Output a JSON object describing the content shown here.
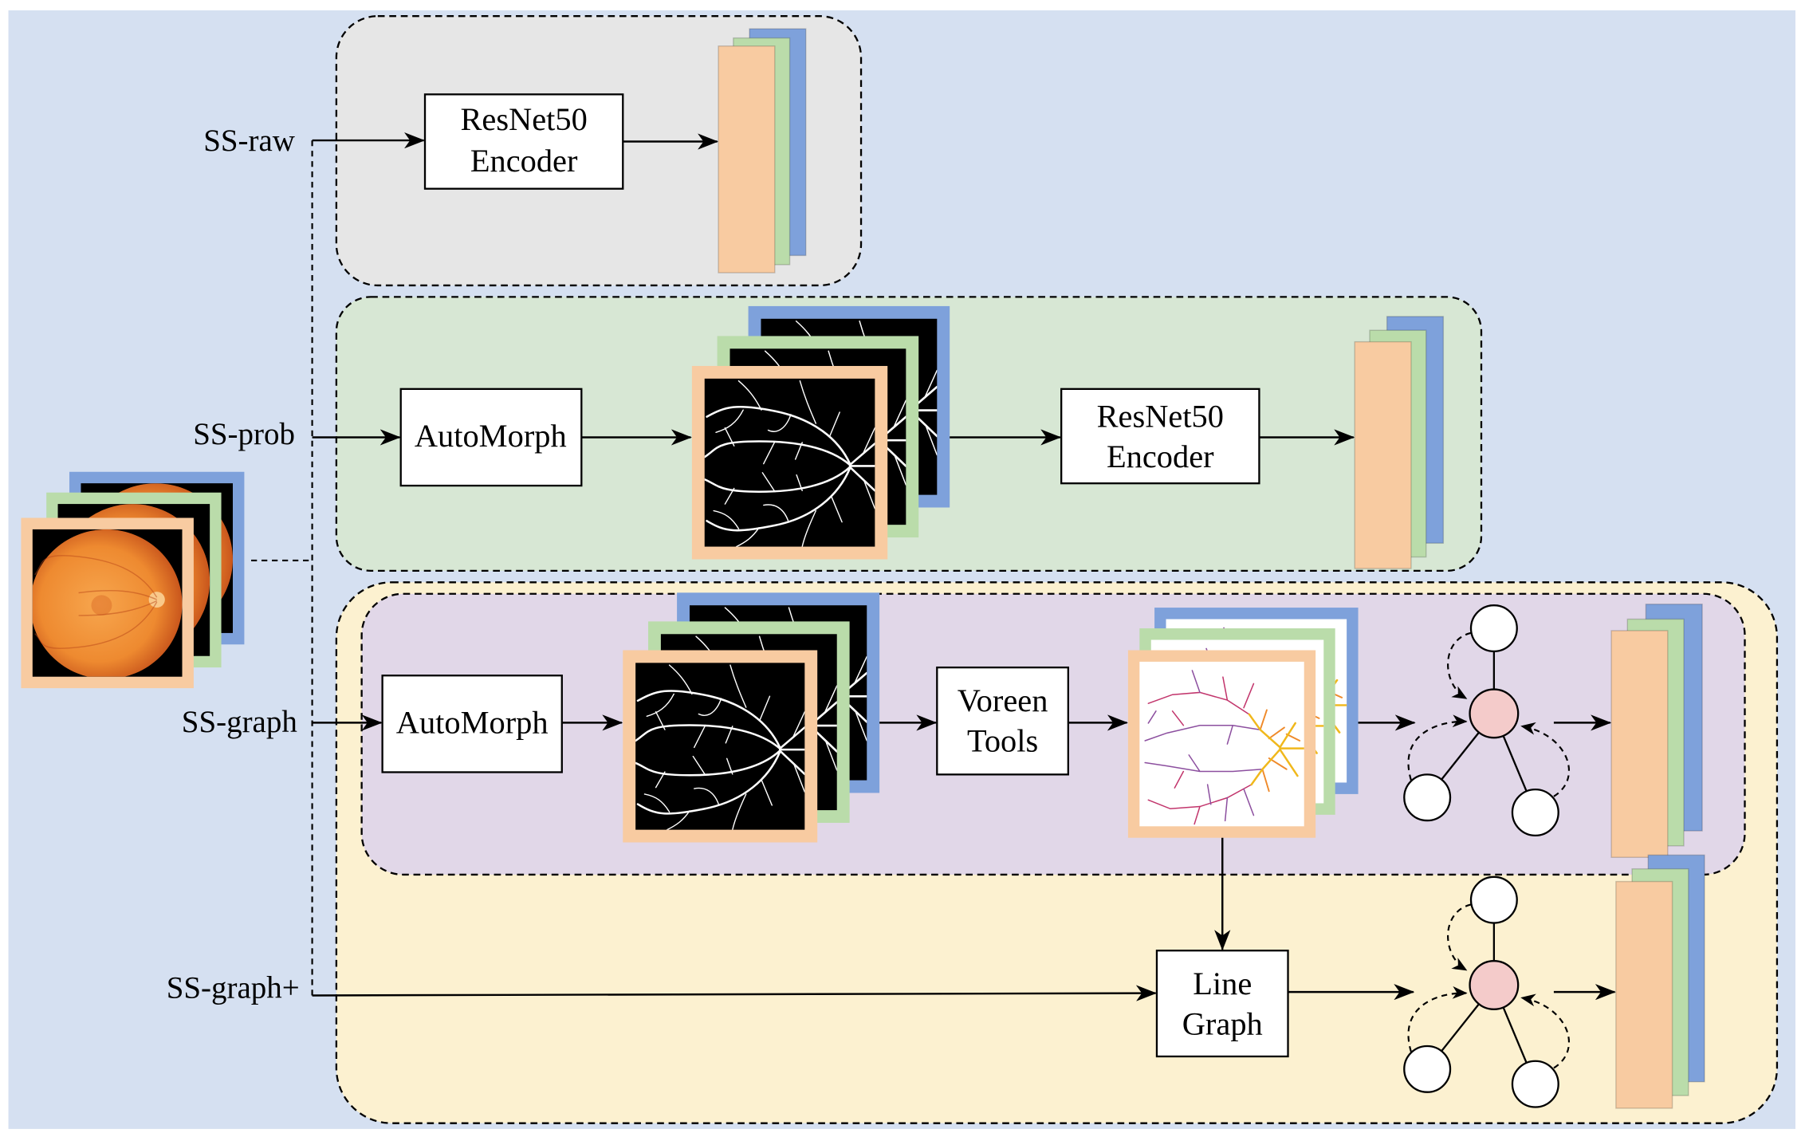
{
  "colors": {
    "background": "#d5e0f1",
    "panel_ss_raw": "#e6e6e6",
    "panel_ss_prob": "#d7e7d4",
    "panel_ss_graph": "#e1d7e8",
    "panel_ss_graph_plus": "#fcf1d0",
    "feature_orange": "#f8cba1",
    "feature_green": "#badcaa",
    "feature_blue": "#7ea1db",
    "gnn_center_node": "#f4cbca"
  },
  "ss_raw": {
    "label": "SS-raw",
    "encoder": [
      "ResNet50",
      "Encoder"
    ]
  },
  "ss_prob": {
    "label": "SS-prob",
    "segmentation": "AutoMorph",
    "encoder": [
      "ResNet50",
      "Encoder"
    ]
  },
  "ss_graph": {
    "label": "SS-graph",
    "segmentation": "AutoMorph",
    "graph_extraction": [
      "Voreen",
      "Tools"
    ]
  },
  "ss_graph_plus": {
    "label": "SS-graph+",
    "line_graph": [
      "Line",
      "Graph"
    ]
  }
}
